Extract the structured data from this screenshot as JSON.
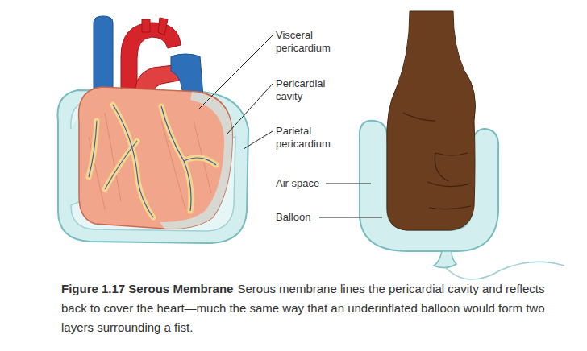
{
  "diagram": {
    "title": "Figure 1.17 Serous Membrane",
    "caption": "Serous membrane lines the pericardial cavity and reflects back to cover the heart—much the same way that an underinflated balloon would form two layers surrounding a fist.",
    "labels": [
      "Visceral pericardium",
      "Pericardial cavity",
      "Parietal pericardium",
      "Air space",
      "Balloon"
    ]
  }
}
